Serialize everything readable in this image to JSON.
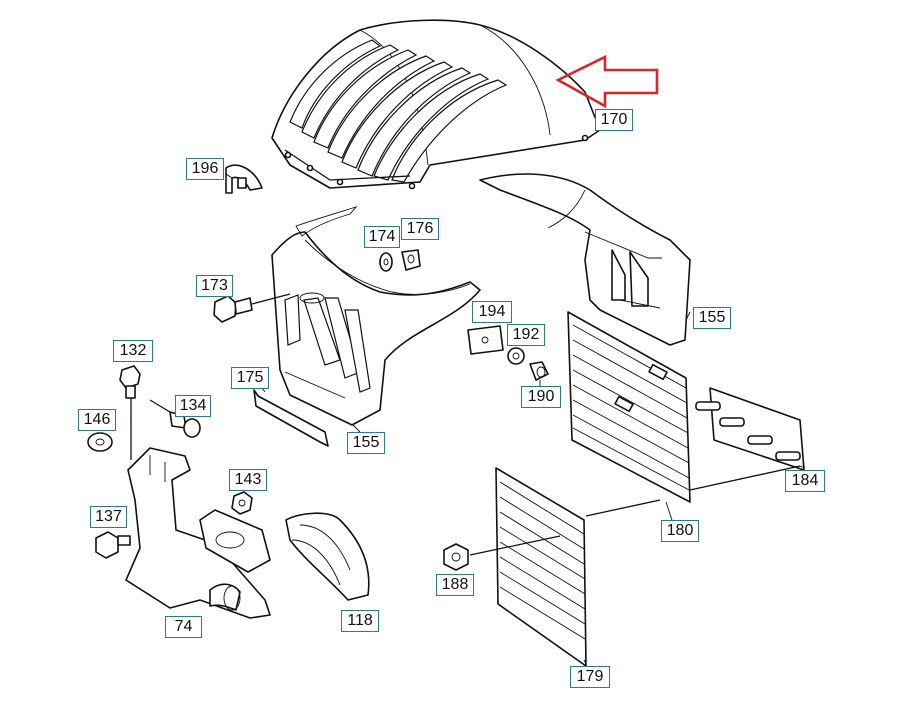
{
  "diagram": {
    "labels": [
      {
        "id": "170",
        "text": "170"
      },
      {
        "id": "196",
        "text": "196"
      },
      {
        "id": "174",
        "text": "174"
      },
      {
        "id": "176",
        "text": "176"
      },
      {
        "id": "173",
        "text": "173"
      },
      {
        "id": "194",
        "text": "194"
      },
      {
        "id": "192",
        "text": "192"
      },
      {
        "id": "155a",
        "text": "155"
      },
      {
        "id": "155b",
        "text": "155"
      },
      {
        "id": "132",
        "text": "132"
      },
      {
        "id": "175",
        "text": "175"
      },
      {
        "id": "134",
        "text": "134"
      },
      {
        "id": "146",
        "text": "146"
      },
      {
        "id": "190",
        "text": "190"
      },
      {
        "id": "143",
        "text": "143"
      },
      {
        "id": "137",
        "text": "137"
      },
      {
        "id": "184",
        "text": "184"
      },
      {
        "id": "180",
        "text": "180"
      },
      {
        "id": "188",
        "text": "188"
      },
      {
        "id": "74",
        "text": "74"
      },
      {
        "id": "118",
        "text": "118"
      },
      {
        "id": "179",
        "text": "179"
      }
    ],
    "colors": {
      "label_border": "#2a7a93",
      "line": "#111111",
      "arrow": "#d9262c"
    },
    "arrow_icon": "red-outline-arrow-icon"
  }
}
